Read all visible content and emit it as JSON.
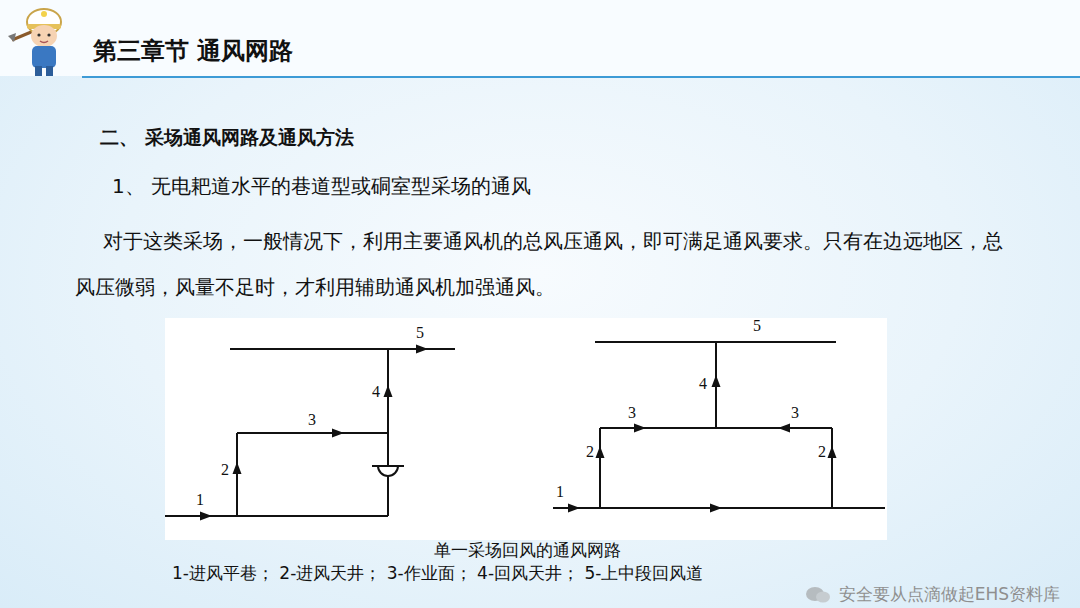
{
  "diagram": {
    "title": "第三章节 通风网路",
    "caption": "单一采场回风的通风网路",
    "labels": [
      "二、 采场通风网路及通风方法",
      "1、 无电耙道水平的巷道型或硐室型采场的通风",
      "对于这类采场，一般情况下，利用主要通风机的总风压通风，即可满足通风要求。只有在边远地区，总风压微弱，风量不足时，才利用辅助通风机加强通风。",
      "5",
      "4",
      "3",
      "2",
      "1",
      "5",
      "4",
      "3",
      "3",
      "2",
      "2",
      "1",
      "1-进风平巷； 2-进风天井； 3-作业面； 4-回风天井； 5-上中段回风道",
      "安全要从点滴做起EHS资料库"
    ]
  }
}
